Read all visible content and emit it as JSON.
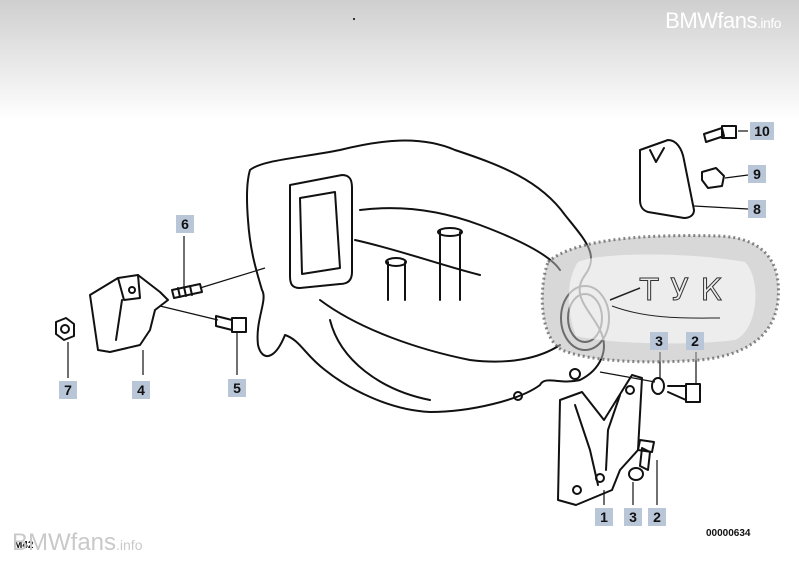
{
  "watermark": {
    "top_brand": "BMWfans",
    "top_suffix": ".info",
    "bottom_brand": "BMWfans",
    "bottom_suffix": ".info"
  },
  "model_code": "M42",
  "diagram_ref": "00000634",
  "handwriting": "ТУК",
  "parts": [
    {
      "id": "1",
      "label": "1"
    },
    {
      "id": "2a",
      "label": "2"
    },
    {
      "id": "2b",
      "label": "2"
    },
    {
      "id": "3a",
      "label": "3"
    },
    {
      "id": "3b",
      "label": "3"
    },
    {
      "id": "4",
      "label": "4"
    },
    {
      "id": "5",
      "label": "5"
    },
    {
      "id": "6",
      "label": "6"
    },
    {
      "id": "7",
      "label": "7"
    },
    {
      "id": "8",
      "label": "8"
    },
    {
      "id": "9",
      "label": "9"
    },
    {
      "id": "10",
      "label": "10"
    }
  ]
}
